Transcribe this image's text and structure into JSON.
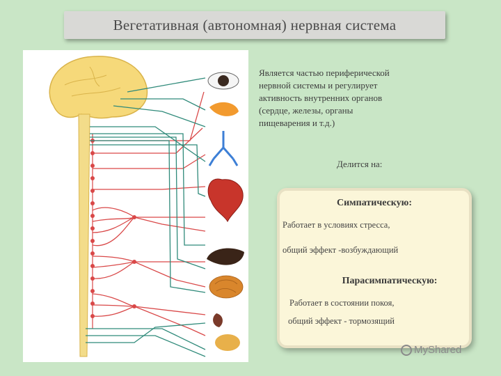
{
  "title": "Вегетативная (автономная) нервная система",
  "intro_lines": [
    "Является частью  периферической",
    "нервной системы и регулирует",
    "активность внутренних органов",
    "(сердце, железы, органы",
    "пищеварения и т.д.)"
  ],
  "divides_label": "Делится на:",
  "sympathetic": {
    "heading": "Симпатическую:",
    "line1": "Работает в условиях стресса,",
    "line2": "общий эффект -возбуждающий"
  },
  "parasympathetic": {
    "heading": "Парасимпатическую:",
    "line1": "Работает в состоянии покоя,",
    "line2": "общий эффект - тормозящий"
  },
  "watermark": "MyShared",
  "colors": {
    "background": "#c9e6c6",
    "sympathetic_fibers": "#d94848",
    "parasympathetic_fibers": "#2f8a7a",
    "spinal_cord": "#f3dc8a",
    "panel": "#fbf6d9"
  },
  "organ_icons": [
    "eye-icon",
    "gland-icon",
    "lungs-icon",
    "heart-icon",
    "liver-icon",
    "intestine-icon",
    "kidney-icon",
    "bladder-icon"
  ]
}
